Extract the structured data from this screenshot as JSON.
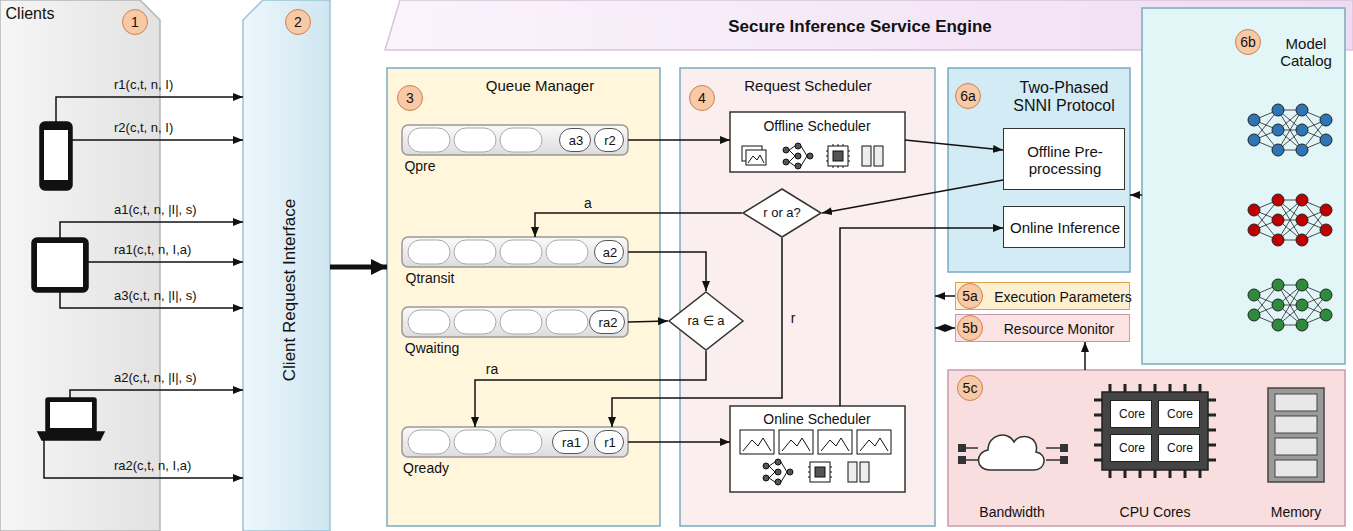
{
  "diagram": {
    "nodes": [
      {
        "text": [
          "Clients"
        ]
      },
      {
        "text": [
          "Client Request Interface"
        ]
      },
      {
        "text": [
          "Secure Inference Service Engine"
        ]
      },
      {
        "text": [
          "Queue Manager"
        ]
      },
      {
        "text": [
          "Qpre"
        ],
        "in": 3
      },
      {
        "text": [
          "a3"
        ],
        "in": 4
      },
      {
        "text": [
          "r2"
        ],
        "in": 4
      },
      {
        "text": [
          "Qtransit"
        ],
        "in": 3
      },
      {
        "text": [
          "a2"
        ],
        "in": 7
      },
      {
        "text": [
          "Qwaiting"
        ],
        "in": 3
      },
      {
        "text": [
          "ra2"
        ],
        "in": 9
      },
      {
        "text": [
          "Qready"
        ],
        "in": 3
      },
      {
        "text": [
          "ra1"
        ],
        "in": 11
      },
      {
        "text": [
          "r1"
        ],
        "in": 11
      },
      {
        "text": [
          "Request Scheduler"
        ]
      },
      {
        "text": [
          "Offline Scheduler"
        ],
        "in": 14
      },
      {
        "text": [
          "r or a?"
        ],
        "in": 14
      },
      {
        "text": [
          "ra ∈ a"
        ],
        "in": 14
      },
      {
        "text": [
          "Online Scheduler"
        ],
        "in": 14
      },
      {
        "text": [
          "Two-Phased SNNI Protocol"
        ]
      },
      {
        "text": [
          "Offline Pre-processing"
        ],
        "in": 19
      },
      {
        "text": [
          "Online Inference"
        ],
        "in": 19
      },
      {
        "text": [
          "Model Catalog"
        ]
      },
      {
        "text": [
          "Execution Parameters"
        ]
      },
      {
        "text": [
          "Resource Monitor"
        ]
      },
      {
        "text": [
          "Bandwidth",
          "CPU Cores",
          "Memory"
        ]
      },
      {
        "text": [
          "Core"
        ],
        "in": 25
      },
      {
        "text": [
          "Core"
        ],
        "in": 25
      },
      {
        "text": [
          "Core"
        ],
        "in": 25
      },
      {
        "text": [
          "Core"
        ],
        "in": 25
      }
    ],
    "edges": [
      {
        "from": 0,
        "to": 1,
        "arrow": "to",
        "label": "r1(c,t, n, I)"
      },
      {
        "from": 0,
        "to": 1,
        "arrow": "to",
        "label": "r2(c,t, n, I)"
      },
      {
        "from": 0,
        "to": 1,
        "arrow": "to",
        "label": "a1(c,t, n, |I|, s)"
      },
      {
        "from": 0,
        "to": 1,
        "arrow": "to",
        "label": "ra1(c,t, n, I,a)"
      },
      {
        "from": 0,
        "to": 1,
        "arrow": "to",
        "label": "a3(c,t, n, |I|, s)"
      },
      {
        "from": 0,
        "to": 1,
        "arrow": "to",
        "label": "a2(c,t, n, |I|, s)"
      },
      {
        "from": 0,
        "to": 1,
        "arrow": "to",
        "label": "ra2(c,t, n, I,a)"
      },
      {
        "from": 1,
        "to": 3,
        "arrow": "to"
      },
      {
        "from": 4,
        "to": 15,
        "arrow": "to"
      },
      {
        "from": 15,
        "to": 20,
        "arrow": "to"
      },
      {
        "from": 20,
        "to": 16,
        "arrow": "to"
      },
      {
        "from": 16,
        "to": 7,
        "arrow": "to",
        "label": "a"
      },
      {
        "from": 16,
        "to": 11,
        "arrow": "to",
        "label": "r"
      },
      {
        "from": 7,
        "to": 17,
        "arrow": "to"
      },
      {
        "from": 9,
        "to": 17,
        "arrow": "to"
      },
      {
        "from": 17,
        "to": 11,
        "arrow": "to",
        "label": "ra"
      },
      {
        "from": 11,
        "to": 18,
        "arrow": "to"
      },
      {
        "from": 18,
        "to": 21,
        "arrow": "to"
      },
      {
        "from": 22,
        "to": 19,
        "arrow": "to"
      },
      {
        "from": 23,
        "to": 14,
        "arrow": "to"
      },
      {
        "from": 24,
        "to": 14,
        "arrow": "both"
      },
      {
        "from": 25,
        "to": 24,
        "arrow": "to"
      }
    ],
    "labels": [
      "1",
      "2",
      "3",
      "4",
      "5a",
      "5b",
      "5c",
      "6a",
      "6b"
    ]
  }
}
